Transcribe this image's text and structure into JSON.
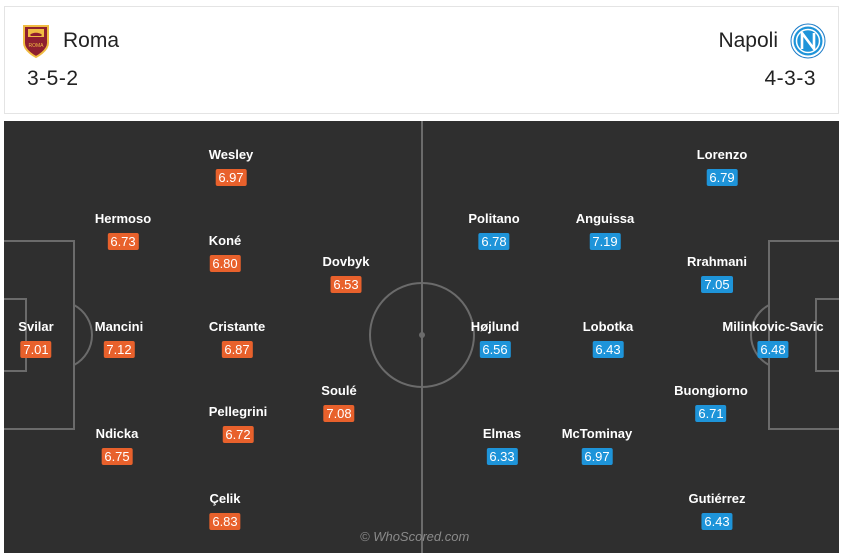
{
  "home": {
    "name": "Roma",
    "formation": "3-5-2",
    "crest_icon": "roma-crest-icon",
    "rating_color": "#e8612c",
    "players": [
      {
        "name": "Svilar",
        "rating": "7.01"
      },
      {
        "name": "Hermoso",
        "rating": "6.73"
      },
      {
        "name": "Mancini",
        "rating": "7.12"
      },
      {
        "name": "Ndicka",
        "rating": "6.75"
      },
      {
        "name": "Wesley",
        "rating": "6.97"
      },
      {
        "name": "Koné",
        "rating": "6.80"
      },
      {
        "name": "Cristante",
        "rating": "6.87"
      },
      {
        "name": "Pellegrini",
        "rating": "6.72"
      },
      {
        "name": "Çelik",
        "rating": "6.83"
      },
      {
        "name": "Dovbyk",
        "rating": "6.53"
      },
      {
        "name": "Soulé",
        "rating": "7.08"
      }
    ]
  },
  "away": {
    "name": "Napoli",
    "formation": "4-3-3",
    "crest_icon": "napoli-crest-icon",
    "rating_color": "#1e94d9",
    "players": [
      {
        "name": "Milinkovic-Savic",
        "rating": "6.48"
      },
      {
        "name": "Lorenzo",
        "rating": "6.79"
      },
      {
        "name": "Rrahmani",
        "rating": "7.05"
      },
      {
        "name": "Buongiorno",
        "rating": "6.71"
      },
      {
        "name": "Gutiérrez",
        "rating": "6.43"
      },
      {
        "name": "Anguissa",
        "rating": "7.19"
      },
      {
        "name": "Lobotka",
        "rating": "6.43"
      },
      {
        "name": "McTominay",
        "rating": "6.97"
      },
      {
        "name": "Politano",
        "rating": "6.78"
      },
      {
        "name": "Højlund",
        "rating": "6.56"
      },
      {
        "name": "Elmas",
        "rating": "6.33"
      }
    ]
  },
  "watermark": "© WhoScored.com",
  "pitch_color": "#2f2f2f",
  "line_color": "#6b6b6b"
}
